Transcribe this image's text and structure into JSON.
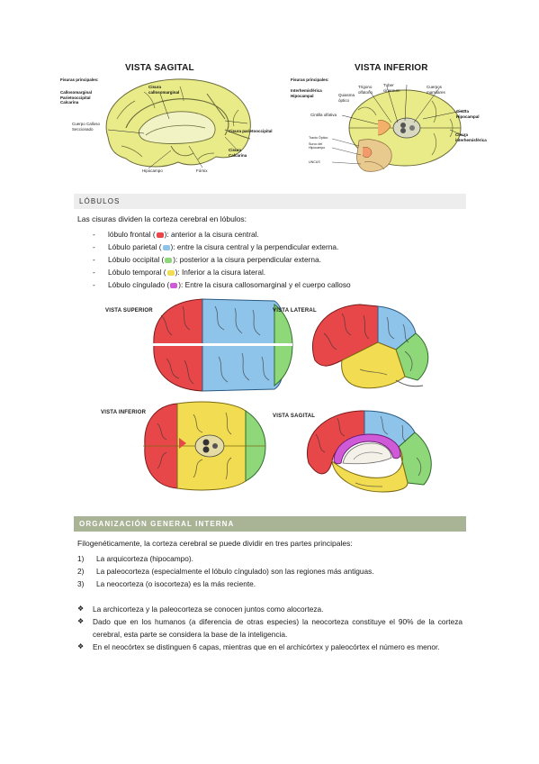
{
  "top_figures": {
    "sagital": {
      "title": "VISTA SAGITAL",
      "fisuras_heading": "Fisuras principales:",
      "fisuras": [
        "Callosomarginal",
        "Parietooccipital",
        "Calcarina"
      ],
      "labels": {
        "cisura_callosomarginal": "Cisura callosomarginal",
        "cuerpo_calloso": "Cuerpo Calloso Seccionado",
        "cisura_parietooccipital": "Cisura parietooccipital",
        "cisura_calcarina": "Cisura Calcarina",
        "hipocampo": "Hipocampo",
        "fornix": "Fórnix"
      }
    },
    "inferior": {
      "title": "VISTA INFERIOR",
      "fisuras_heading": "Fisuras principales:",
      "fisuras": [
        "Interhemisférica",
        "Hipocampal"
      ],
      "labels": {
        "trigono": "Trígono olfatorio",
        "tuber": "Tuber cinereum",
        "quiasma": "Quiasma óptico",
        "cuerpos": "Cuerpos mamilares",
        "cintilla": "Cintilla olfativa",
        "cisura_hipocampal": "Cisura Hipocampal",
        "cisura_interhemisferica": "Cisura interhemisférica",
        "tracto": "Tracto Óptico",
        "surco": "Surco del Hipocampo",
        "uncus": "UNCUS"
      }
    }
  },
  "lobulos": {
    "section_title": "LÓBULOS",
    "intro": "Las cisuras dividen la corteza cerebral en lóbulos:",
    "items": [
      {
        "name": "lóbulo frontal (",
        "color": "#e8474a",
        "desc": "): anterior a la cisura central."
      },
      {
        "name": "Lóbulo parietal (",
        "color": "#8ec3ea",
        "desc": "): entre la cisura central y la perpendicular externa."
      },
      {
        "name": "Lóbulo occipital (",
        "color": "#8fd87a",
        "desc": "): posterior a la cisura perpendicular externa."
      },
      {
        "name": "Lóbulo temporal (",
        "color": "#f2dc52",
        "desc": "): Inferior a la cisura lateral."
      },
      {
        "name": "Lóbulo cíngulado (",
        "color": "#cf5ad8",
        "desc": "): Entre la cisura callosomarginal y el cuerpo calloso"
      }
    ]
  },
  "brain_views": {
    "superior": "VISTA SUPERIOR",
    "lateral": "VISTA LATERAL",
    "inferior": "VISTA INFERIOR",
    "sagital": "VISTA SAGITAL"
  },
  "organizacion": {
    "section_title": "ORGANIZACIÓN GENERAL INTERNA",
    "intro": "Filogenéticamente, la corteza cerebral se puede dividir en tres partes principales:",
    "numbered": [
      {
        "n": "1)",
        "text": "La arquicorteza (hipocampo)."
      },
      {
        "n": "2)",
        "text": "La paleocorteza (especialmente el lóbulo cíngulado) son las regiones más antiguas."
      },
      {
        "n": "3)",
        "text": "La neocorteza (o isocorteza) es la más reciente."
      }
    ],
    "bullet_symbol": "❖",
    "bullets": [
      "La archicorteza y la paleocorteza se conocen juntos como alocorteza.",
      "Dado que en los humanos (a diferencia de otras especies) la neocorteza constituye el 90% de la corteza cerebral, esta parte se considera la base de la inteligencia.",
      "En el neocórtex se distinguen 6 capas, mientras que en el archicórtex y paleocórtex el número es menor."
    ]
  },
  "colors": {
    "frontal": "#e8474a",
    "parietal": "#8ec3ea",
    "occipital": "#8fd87a",
    "temporal": "#f2dc52",
    "cingulado": "#cf5ad8",
    "brain_yellow": "#e8eb88",
    "section_green": "#a9b497"
  }
}
